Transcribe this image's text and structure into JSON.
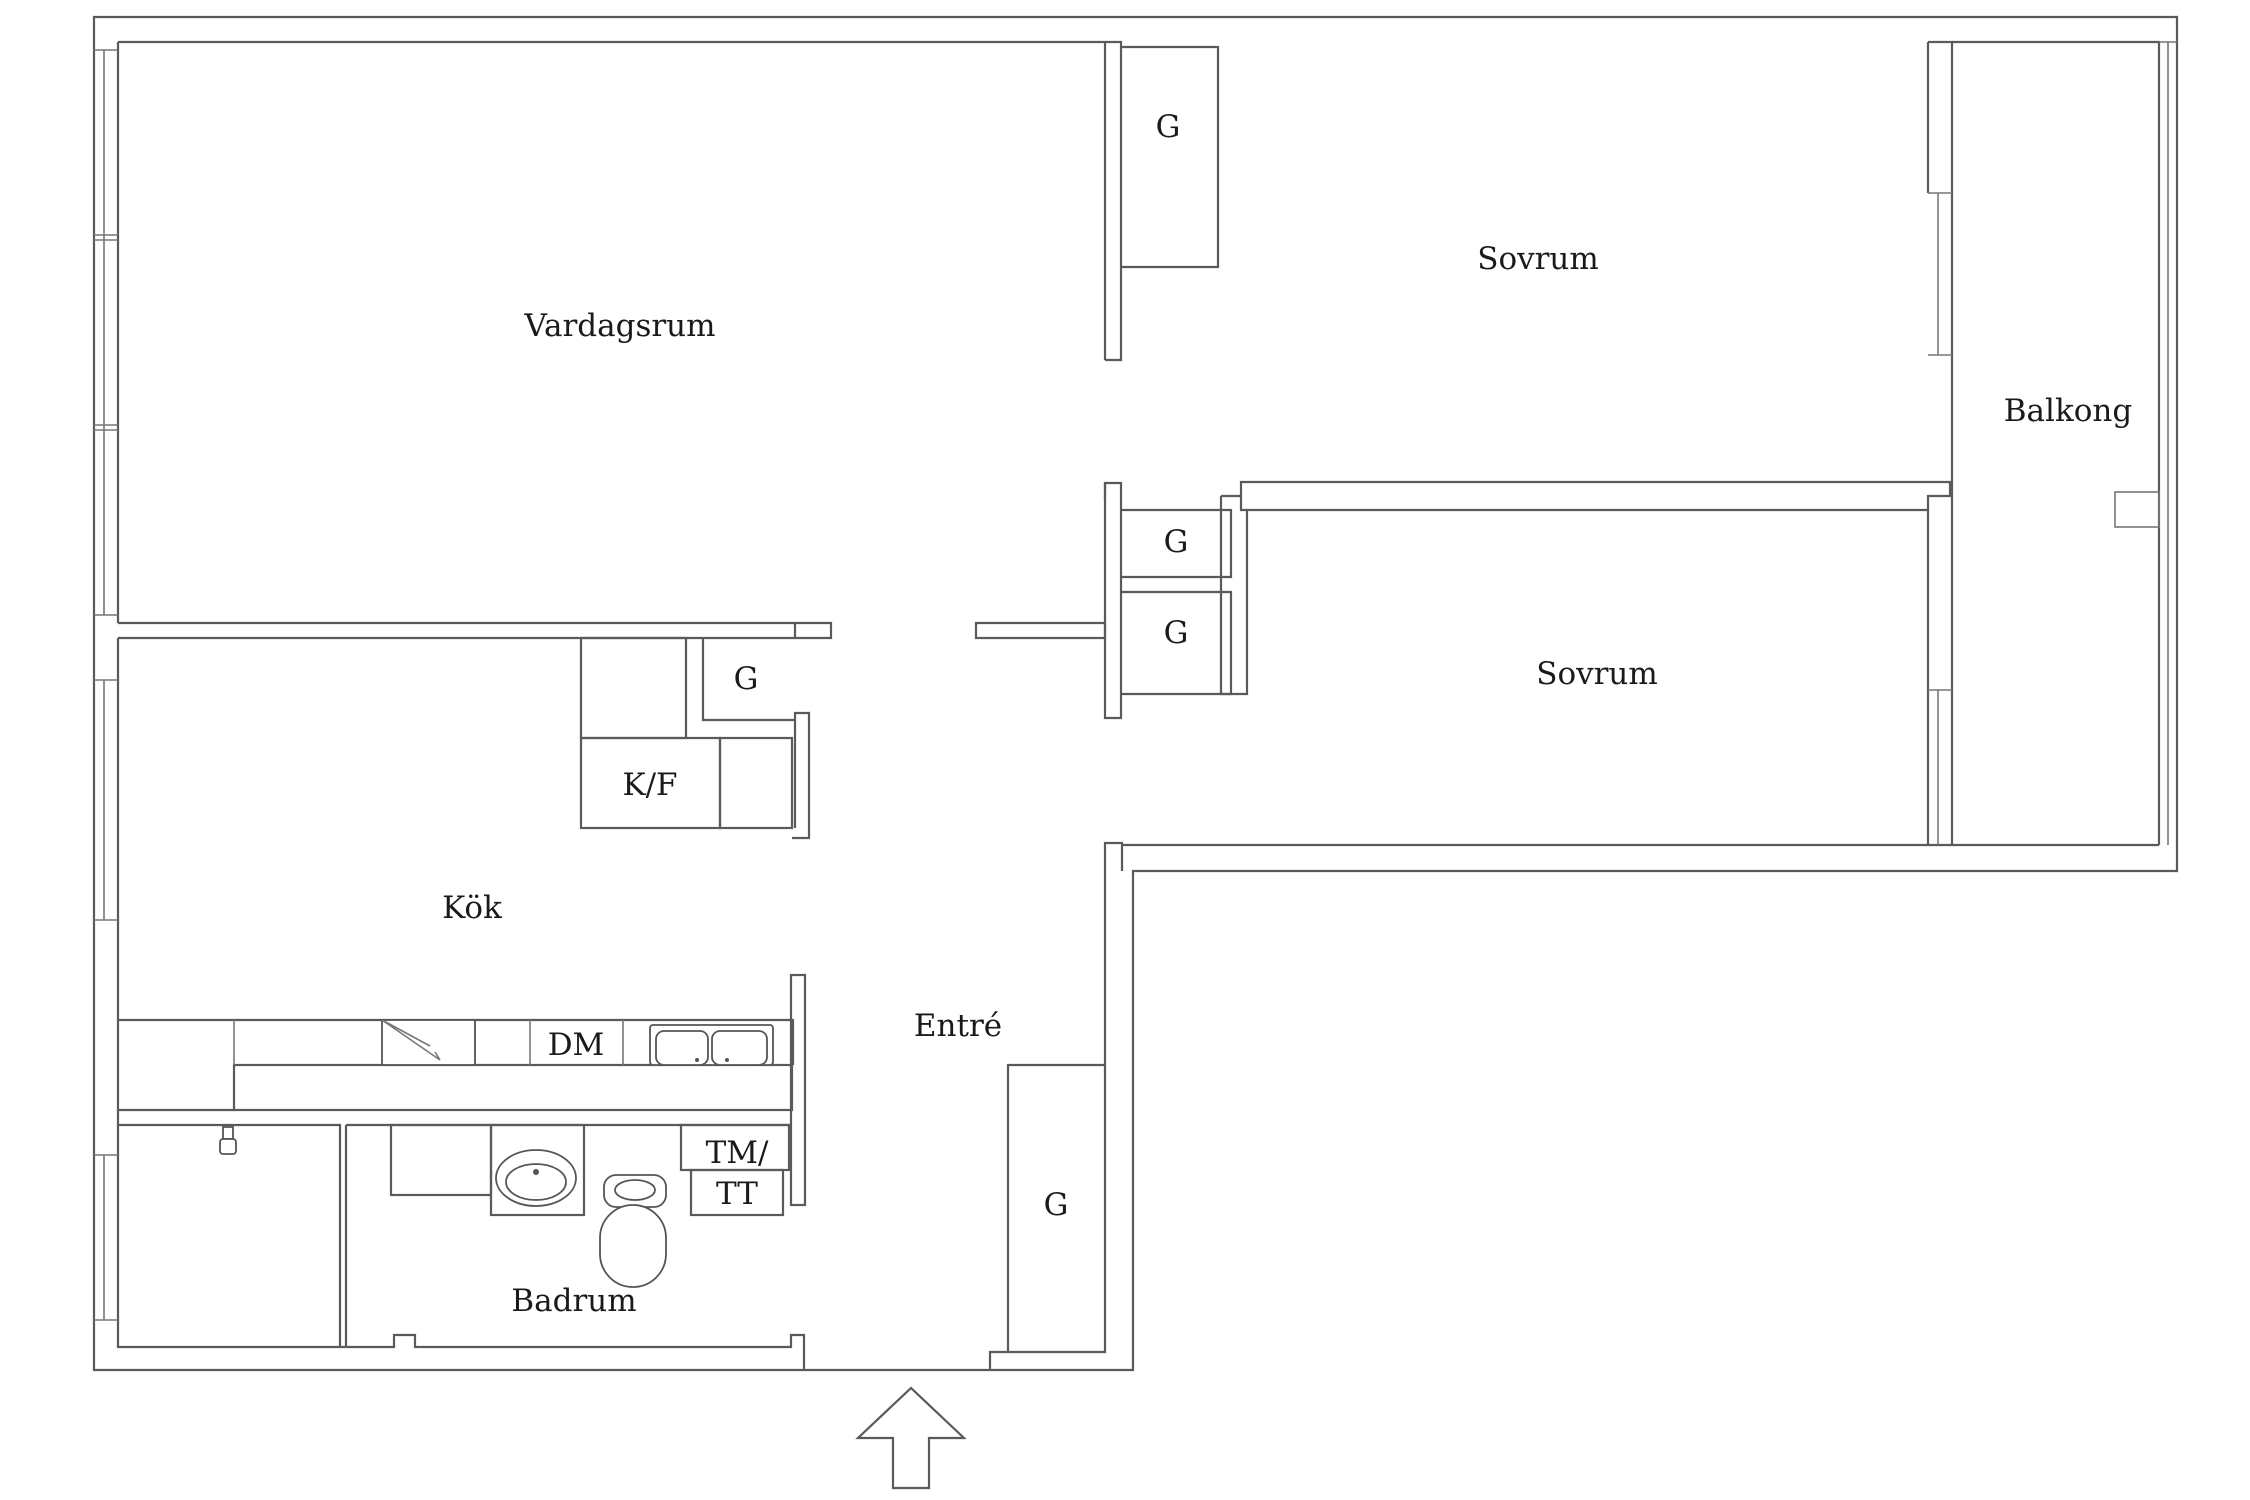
{
  "rooms": {
    "vardagsrum": "Vardagsrum",
    "sovrum_top": "Sovrum",
    "sovrum_bottom": "Sovrum",
    "balkong": "Balkong",
    "kok": "Kök",
    "entre": "Entré",
    "badrum": "Badrum"
  },
  "fixtures": {
    "closet_sovrum_top": "G",
    "closet_hall_upper": "G",
    "closet_hall_lower": "G",
    "closet_kitchen": "G",
    "closet_entry": "G",
    "fridge_freezer": "K/F",
    "dishwasher": "DM",
    "washer_line1": "TM/",
    "washer_line2": "TT"
  }
}
